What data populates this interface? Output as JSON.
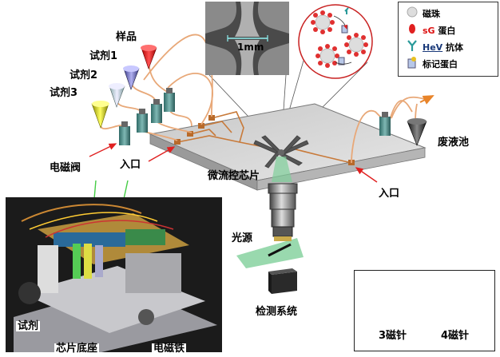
{
  "labels": {
    "sample": "样品",
    "reagent1": "试剂1",
    "reagent2": "试剂2",
    "reagent3": "试剂3",
    "valve": "电磁阀",
    "inlet_left": "入口",
    "inlet_right": "入口",
    "chip": "微流控芯片",
    "waste": "废液池",
    "light": "光源",
    "detect": "检测系统",
    "reagent_photo": "试剂",
    "chip_base": "芯片底座",
    "electromagnet": "电磁铁"
  },
  "micrograph": {
    "scale": "1mm"
  },
  "legend": {
    "items": [
      {
        "icon": "bead-icon",
        "text": "磁珠"
      },
      {
        "icon": "sg-protein-icon",
        "prefix": "sG",
        "text": " 蛋白"
      },
      {
        "icon": "antibody-icon",
        "prefix": "HeV",
        "text": " 抗体"
      },
      {
        "icon": "labeled-protein-icon",
        "text": "标记蛋白"
      }
    ]
  },
  "needles": {
    "three": "3磁针",
    "four": "4磁针"
  },
  "colors": {
    "tube": "#e8a878",
    "chip_top": "#d8d8d8",
    "beam": "#7fcf9a",
    "sample_red": "#e02020",
    "reagent_blue": "#7070c8",
    "reagent_yellow": "#d8d820",
    "arrow_red": "#e02020",
    "needle_orange": "#e8842a"
  }
}
